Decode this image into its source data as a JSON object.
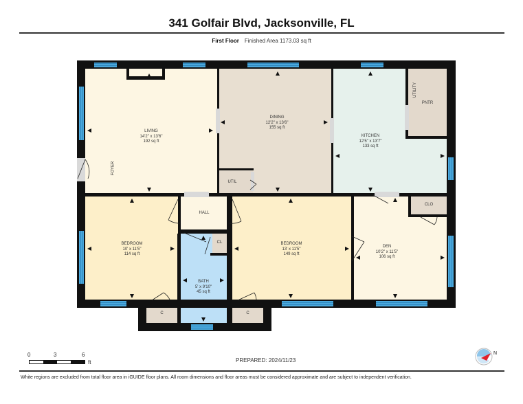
{
  "header": {
    "address": "341 Golfair Blvd, Jacksonville, FL",
    "floor": "First Floor",
    "finished_area": "Finished Area 1173.03 sq ft"
  },
  "rooms": {
    "living": {
      "name": "LIVING",
      "dims": "14'2\" x 13'6\"",
      "area": "192 sq ft"
    },
    "dining": {
      "name": "DINING",
      "dims": "12'2\" x 13'6\"",
      "area": "155 sq ft"
    },
    "kitchen": {
      "name": "KITCHEN",
      "dims": "12'5\" x 13'7\"",
      "area": "133 sq ft"
    },
    "bedroom1": {
      "name": "BEDROOM",
      "dims": "10' x 11'5\"",
      "area": "114 sq ft"
    },
    "bedroom2": {
      "name": "BEDROOM",
      "dims": "13' x 11'5\"",
      "area": "149 sq ft"
    },
    "den": {
      "name": "DEN",
      "dims": "10'2\" x 11'5\"",
      "area": "106 sq ft"
    },
    "bath": {
      "name": "BATH",
      "dims": "5' x 9'10\"",
      "area": "45 sq ft"
    },
    "hall": {
      "name": "HALL"
    },
    "util": {
      "name": "UTIL"
    },
    "pntr": {
      "name": "PNTR"
    },
    "utility": {
      "name": "UTILITY"
    },
    "foyer": {
      "name": "FOYER"
    },
    "cl": {
      "name": "CL"
    },
    "clo": {
      "name": "CLO"
    },
    "closet1": {
      "name": "C"
    },
    "closet2": {
      "name": "C"
    }
  },
  "scale": {
    "ticks": [
      "0",
      "3",
      "6"
    ],
    "unit": "ft"
  },
  "prepared": "PREPARED: 2024/11/23",
  "compass": {
    "label": "N"
  },
  "footer": "White regions are excluded from total floor area in iGUIDE floor plans. All room dimensions and floor areas must be considered approximate and are subject to independent verification.",
  "colors": {
    "living": "#fdf6e3",
    "dining": "#e8dfd1",
    "kitchen": "#e6f1ec",
    "bedroom": "#fdefc9",
    "den": "#fdf6e3",
    "bath": "#bde0f7",
    "closet": "#e3d9cc",
    "hall": "#fdf6e3",
    "window": "#4aa8dc",
    "wall": "#111111"
  }
}
